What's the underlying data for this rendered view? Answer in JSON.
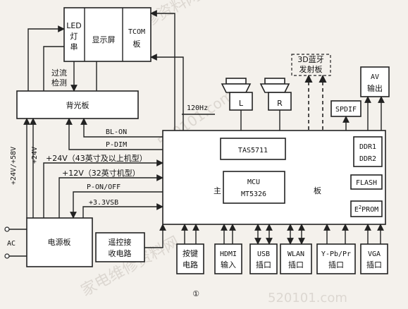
{
  "blocks": {
    "led": "LED灯串",
    "panel": "显示屏",
    "tcom": "TCOM板",
    "backlight": "背光板",
    "overcurrent": "过流检测",
    "main_board": "主  板",
    "tas": "TAS5711",
    "mcu": "MCU",
    "mcu_model": "MT5326",
    "ddr1": "DDR1",
    "ddr2": "DDR2",
    "flash": "FLASH",
    "eeprom_e": "E",
    "eeprom_sup": "2",
    "eeprom_rest": "PROM",
    "spdif": "SPDIF",
    "av_out": "AV输出",
    "bt": "3D蓝牙发射板",
    "spk_l": "L",
    "spk_r": "R",
    "psu": "电源板",
    "remote": "遥控接收电路",
    "keys": "按键电路",
    "hdmi": "HDMI输入",
    "usb": "USB插口",
    "wlan": "WLAN插口",
    "ypbpr": "Y-Pb/Pr插口",
    "vga": "VGA插口"
  },
  "signals": {
    "hz": "120Hz",
    "bl_on": "BL-ON",
    "p_dim": "P-DIM",
    "v24_big": "+24V（43英寸及以上机型）",
    "v12": "+12V（32英寸机型）",
    "p_onoff": "P-ON/OFF",
    "v33": "+3.3VSB",
    "v24_58": "+24V/+58V",
    "v24": "+24V",
    "ac": "AC"
  },
  "figure_label": "①",
  "watermarks": {
    "w1": "家电维修资料网",
    "w2": "520101.com",
    "w3": "家电维修资料网",
    "w4": "520101.com"
  },
  "colors": {
    "ink": "#222222",
    "paper": "#f4f1ec",
    "box": "#ffffff",
    "watermark": "#c9c3bb"
  }
}
